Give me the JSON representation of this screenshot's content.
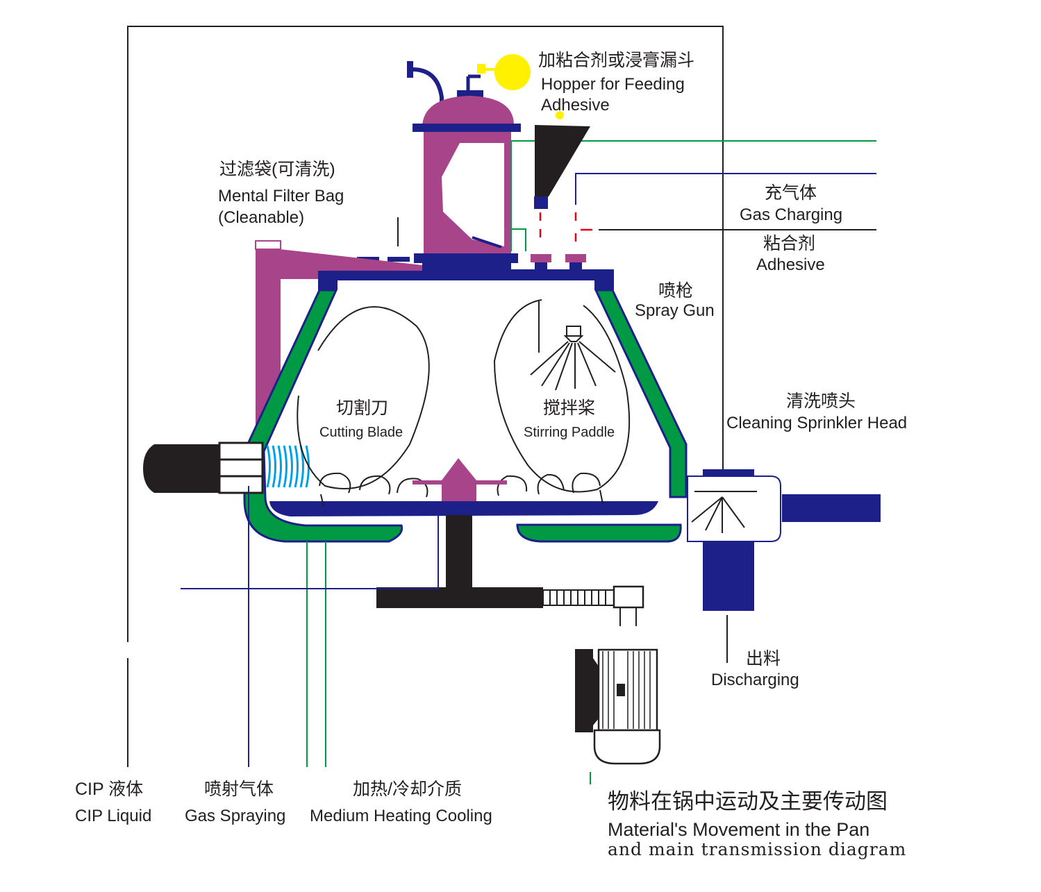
{
  "labels": {
    "hopper_zh": "加粘合剂或浸膏漏斗",
    "hopper_en1": "Hopper for Feeding",
    "hopper_en2": "Adhesive",
    "filter_zh": "过滤袋(可清洗)",
    "filter_en1": "Mental Filter Bag",
    "filter_en2": "(Cleanable)",
    "gas_charging_zh": "充气体",
    "gas_charging_en": "Gas Charging",
    "adhesive_zh": "粘合剂",
    "adhesive_en": "Adhesive",
    "spray_gun_zh": "喷枪",
    "spray_gun_en": "Spray Gun",
    "cleaning_zh": "清洗喷头",
    "cleaning_en": "Cleaning Sprinkler Head",
    "cutting_zh": "切割刀",
    "cutting_en": "Cutting Blade",
    "stirring_zh": "搅拌桨",
    "stirring_en": "Stirring Paddle",
    "discharging_zh": "出料",
    "discharging_en": "Discharging",
    "cip_zh": "CIP  液体",
    "cip_en": "CIP Liquid",
    "gas_spraying_zh": "喷射气体",
    "gas_spraying_en": "Gas Spraying",
    "medium_zh": "加热/冷却介质",
    "medium_en": "Medium Heating Cooling",
    "title_zh": "物料在锅中运动及主要传动图",
    "title_en1": "Material's Movement in the Pan",
    "title_en2": "and main transmission diagram"
  },
  "colors": {
    "navy": "#1d2088",
    "magenta": "#a8448a",
    "green": "#009a44",
    "black": "#231f20",
    "yellow": "#fff100",
    "red": "#e60012",
    "sky": "#00a0e9",
    "line_green": "#009a44",
    "line_navy": "#1d2088"
  }
}
